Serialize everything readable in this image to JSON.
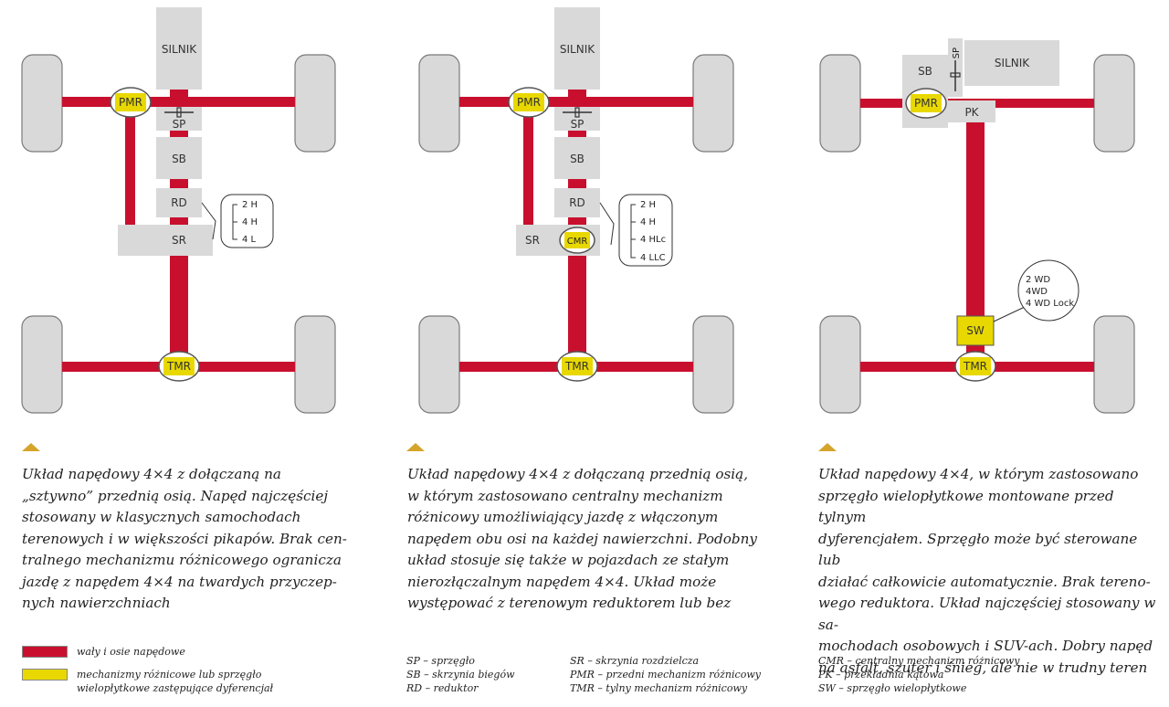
{
  "colors": {
    "shaft": "#c8102e",
    "diff": "#e8d800",
    "box": "#d9d9d9",
    "wheel": "#d9d9d9",
    "marker": "#d4a52a"
  },
  "diagrams": [
    {
      "engine": "SILNIK",
      "front_diff": "PMR",
      "clutch": "SP",
      "gearbox": "SB",
      "reducer": "RD",
      "transfer": "SR",
      "rear_diff": "TMR",
      "modes": [
        "2 H",
        "4 H",
        "4 L"
      ]
    },
    {
      "engine": "SILNIK",
      "front_diff": "PMR",
      "clutch": "SP",
      "gearbox": "SB",
      "reducer": "RD",
      "transfer": "SR",
      "center_diff": "CMR",
      "rear_diff": "TMR",
      "modes": [
        "2 H",
        "4 H",
        "4 HLc",
        "4 LLC"
      ]
    },
    {
      "engine": "SILNIK",
      "clutch": "SP",
      "gearbox": "SB",
      "front_diff": "PMR",
      "angle_gear": "PK",
      "coupling": "SW",
      "rear_diff": "TMR",
      "modes": [
        "2 WD",
        "4WD",
        "4 WD Lock"
      ]
    }
  ],
  "captions": [
    [
      "Układ napędowy 4×4 z dołączaną na",
      "„sztywno” przednią osią. Napęd najczęściej",
      "stosowany w klasycznych samochodach",
      "terenowych i w większości pikapów. Brak cen-",
      "tralnego mechanizmu różnicowego ogranicza",
      "jazdę z napędem 4×4 na twardych przyczep-",
      "nych nawierzchniach"
    ],
    [
      "Układ napędowy 4×4 z dołączaną przednią osią,",
      "w którym zastosowano centralny mechanizm",
      "różnicowy umożliwiający jazdę z włączonym",
      "napędem obu osi na każdej nawierzchni. Podobny",
      "układ stosuje się także w pojazdach ze stałym",
      "nierozłączalnym napędem 4×4. Układ może",
      "występować z terenowym reduktorem lub bez"
    ],
    [
      "Układ napędowy 4×4, w którym zastosowano",
      "sprzęgło wielopłytkowe montowane przed tylnym",
      "dyferencjałem. Sprzęgło może być sterowane lub",
      "działać całkowicie automatycznie. Brak tereno-",
      "wego reduktora. Układ najczęściej stosowany w sa-",
      "mochodach osobowych i SUV-ach. Dobry napęd",
      "na asfalt, szuter i śnieg, ale nie w trudny teren"
    ]
  ],
  "legend": {
    "shafts": "wały i osie napędowe",
    "diffs_line1": "mechanizmy różnicowe lub sprzęgło",
    "diffs_line2": "wielopłytkowe zastępujące dyferencjał",
    "col1": [
      "SP – sprzęgło",
      "SB – skrzynia biegów",
      "RD – reduktor"
    ],
    "col2": [
      "SR – skrzynia rozdzielcza",
      "PMR – przedni mechanizm różnicowy",
      "TMR – tylny mechanizm różnicowy"
    ],
    "col3": [
      "CMR – centralny mechanizm różnicowy",
      "PK – przekładnia kątowa",
      "SW – sprzęgło wielopłytkowe"
    ]
  }
}
